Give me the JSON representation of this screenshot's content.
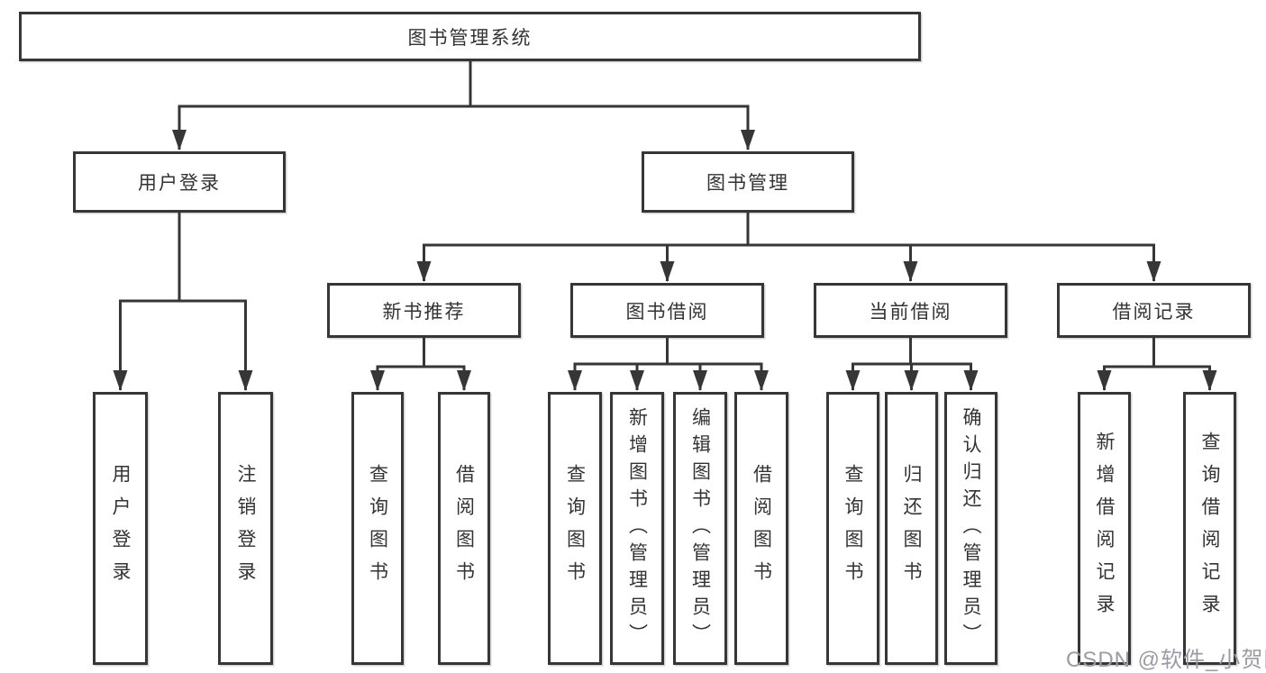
{
  "diagram": {
    "root": {
      "label": "图书管理系统"
    },
    "user_login": {
      "label": "用户登录",
      "children": [
        {
          "label": "用户登录"
        },
        {
          "label": "注销登录"
        }
      ]
    },
    "book_management": {
      "label": "图书管理",
      "children": [
        {
          "label": "新书推荐",
          "children": [
            {
              "label": "查询图书"
            },
            {
              "label": "借阅图书"
            }
          ]
        },
        {
          "label": "图书借阅",
          "children": [
            {
              "label": "查询图书"
            },
            {
              "label": "新增图书（管理员）"
            },
            {
              "label": "编辑图书（管理员）"
            },
            {
              "label": "借阅图书"
            }
          ]
        },
        {
          "label": "当前借阅",
          "children": [
            {
              "label": "查询图书"
            },
            {
              "label": "归还图书"
            },
            {
              "label": "确认归还（管理员）"
            }
          ]
        },
        {
          "label": "借阅记录",
          "children": [
            {
              "label": "新增借阅记录"
            },
            {
              "label": "查询借阅记录"
            }
          ]
        }
      ]
    }
  },
  "watermark": {
    "text": "CSDN @软件_小贺同学",
    "color": "#9b9ba3"
  },
  "colors": {
    "line": "#363636",
    "box_border": "#363636",
    "text": "#333333",
    "background": "#ffffff"
  }
}
